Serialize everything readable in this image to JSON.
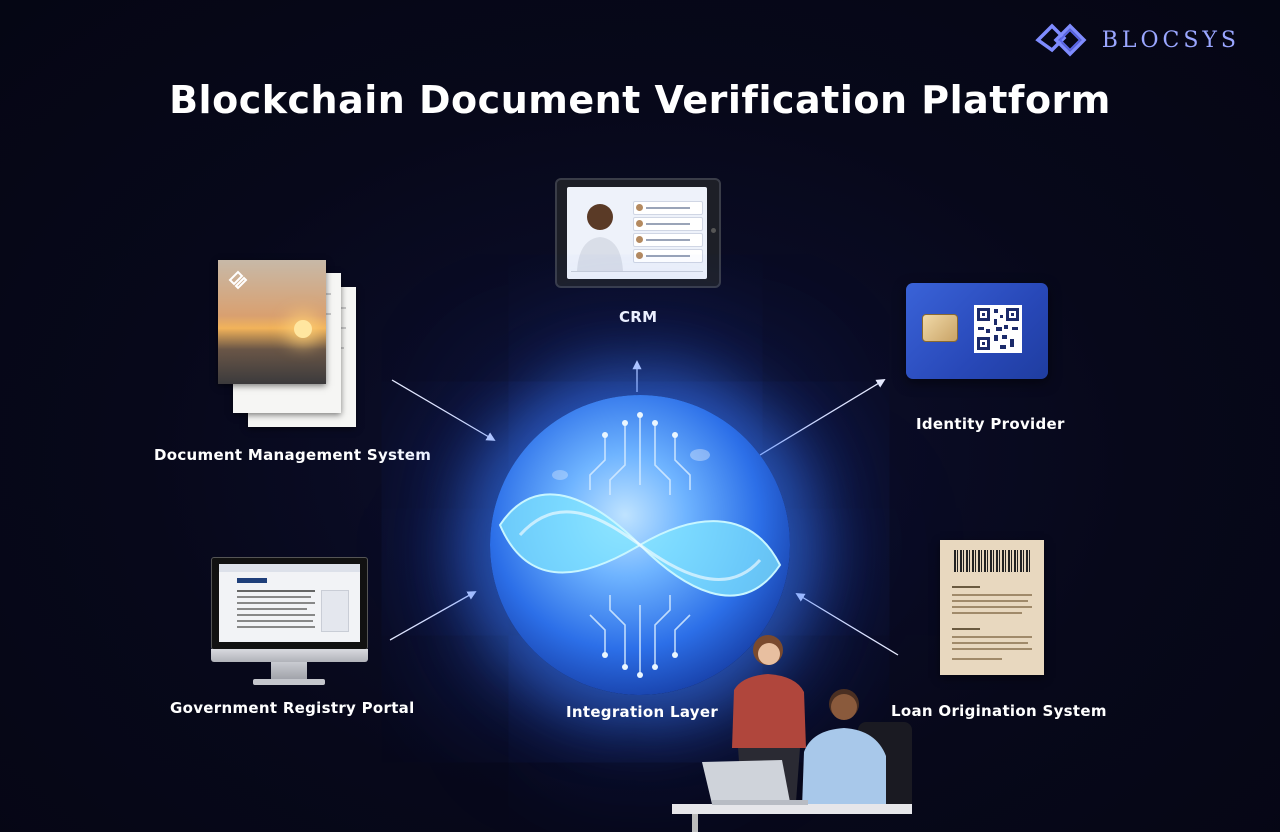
{
  "brand": {
    "name": "BLOCSYS",
    "accent": "#9aa6ff"
  },
  "title": "Blockchain Document Verification Platform",
  "nodes": {
    "crm": {
      "label": "CRM"
    },
    "identity": {
      "label": "Identity Provider"
    },
    "dms": {
      "label": "Document Management System"
    },
    "government": {
      "label": "Government Registry Portal"
    },
    "integration": {
      "label": "Integration Layer"
    },
    "loan": {
      "label": "Loan Origination System"
    }
  },
  "colors": {
    "background": "#07081a",
    "glow": "#3c82ff",
    "text": "#ffffff"
  }
}
